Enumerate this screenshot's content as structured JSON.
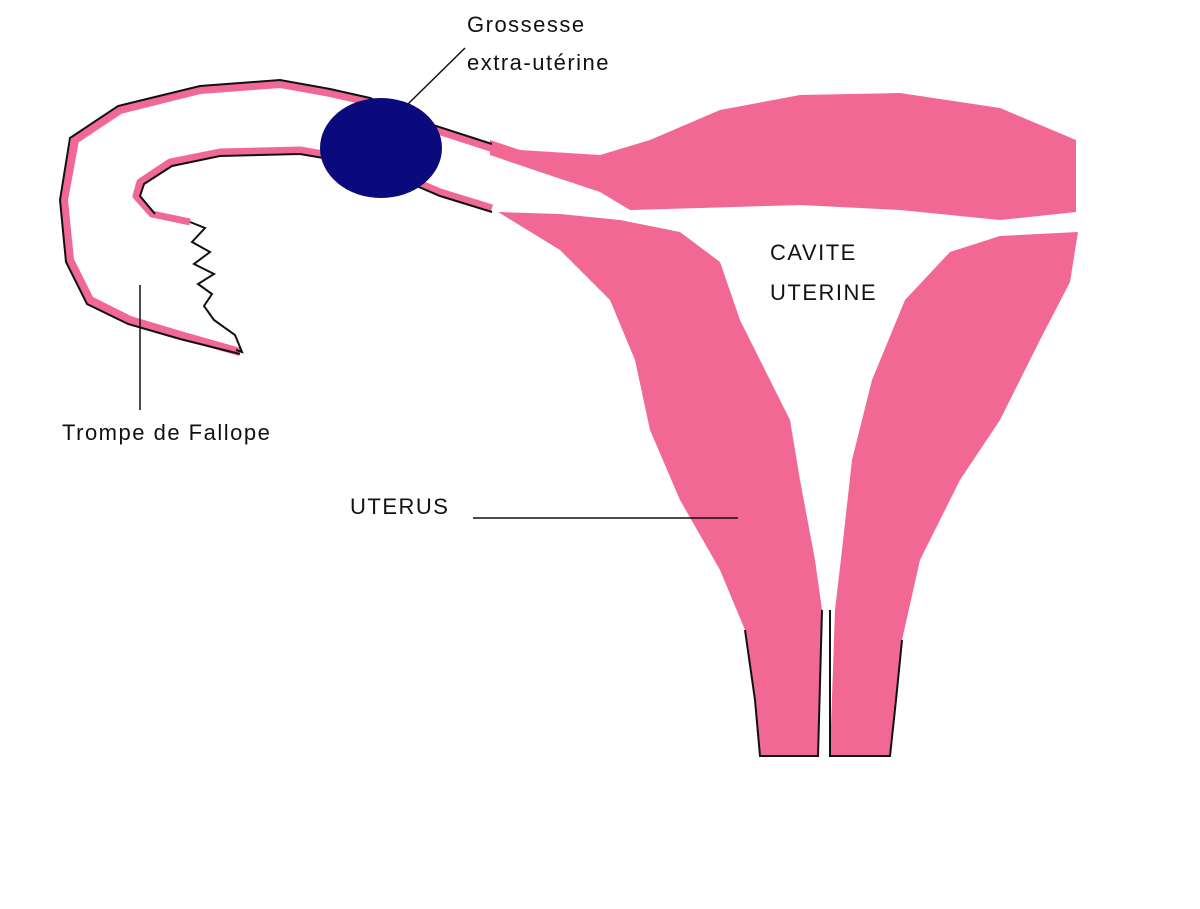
{
  "labels": {
    "ectopic_line1": "Grossesse",
    "ectopic_line2": "extra-utérine",
    "tube": "Trompe de Fallope",
    "cavity_line1": "CAVITE",
    "cavity_line2": "UTERINE",
    "uterus": "UTERUS"
  },
  "colors": {
    "tissue": "#f06893",
    "pregnancy": "#0a0a7c",
    "outline": "#111111"
  }
}
